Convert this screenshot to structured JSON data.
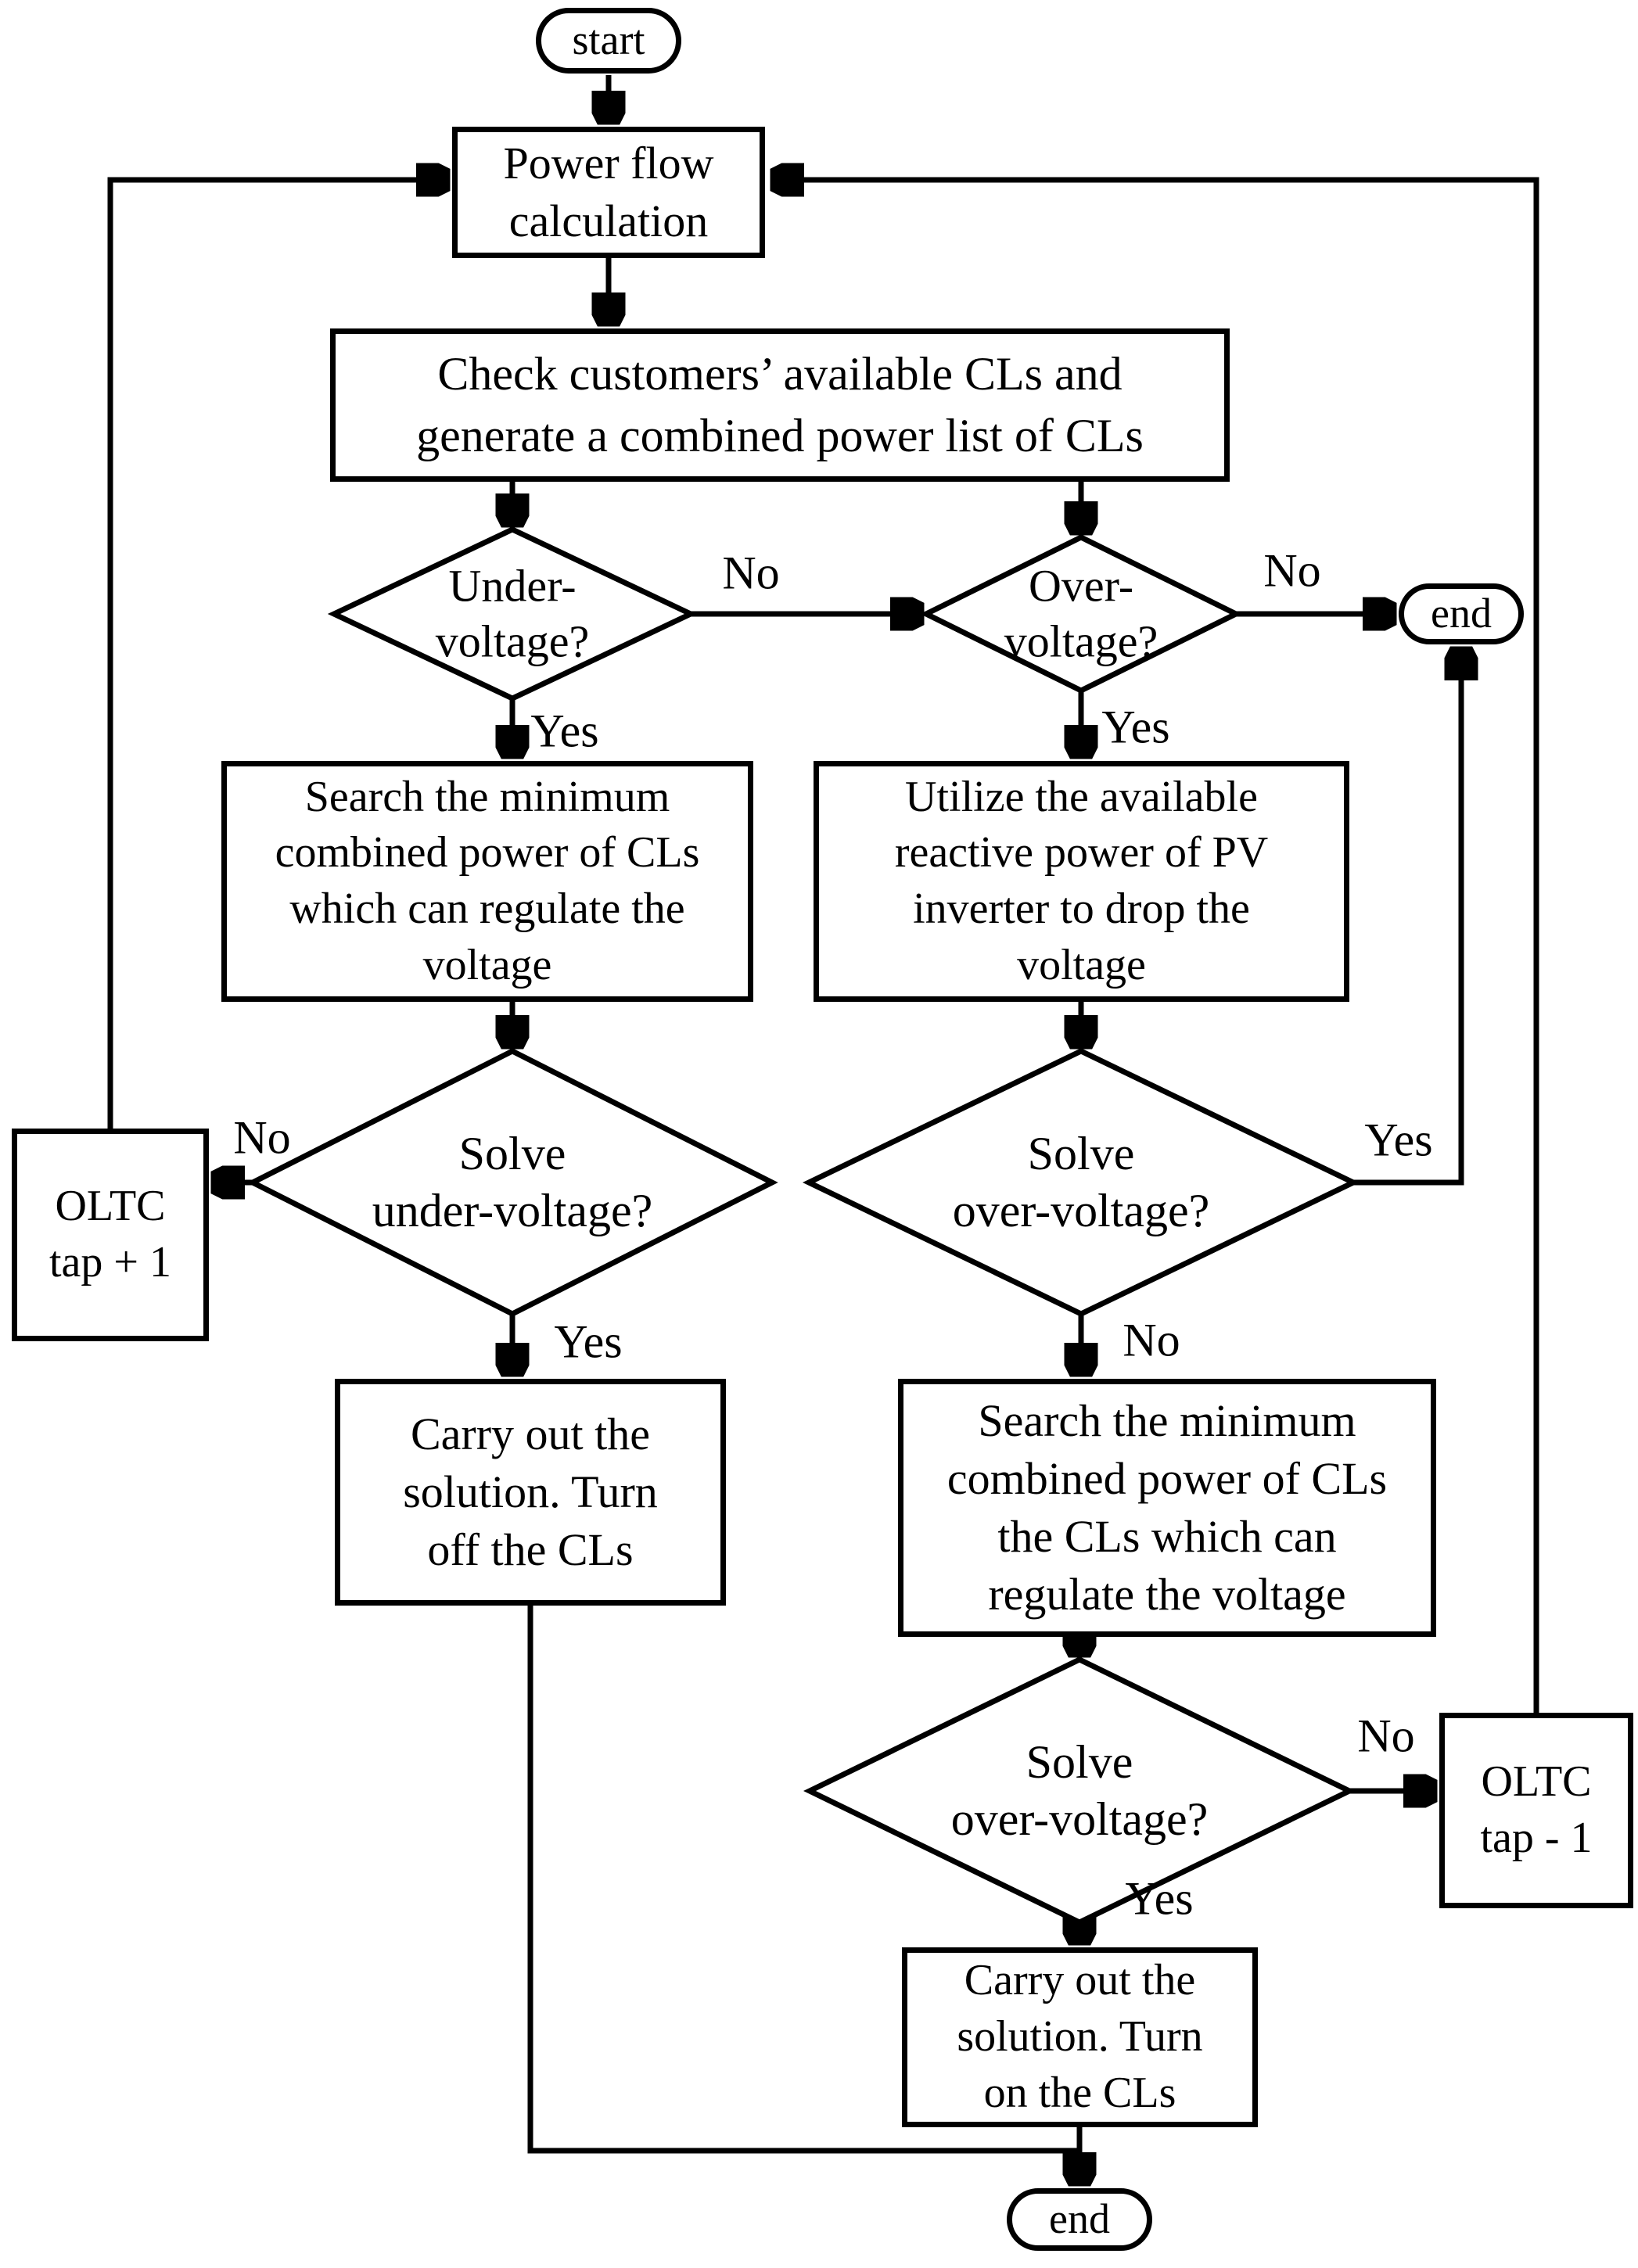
{
  "figure": {
    "type": "flowchart",
    "colors": {
      "stroke": "#000000",
      "background": "#ffffff"
    },
    "nodes": {
      "start": {
        "shape": "terminal",
        "label": "start"
      },
      "power_flow": {
        "shape": "process",
        "label": "Power flow\ncalculation"
      },
      "check_cls": {
        "shape": "process",
        "label": "Check customers’ available CLs and\ngenerate a combined power list of CLs"
      },
      "under_voltage": {
        "shape": "decision",
        "label": "Under-\nvoltage?"
      },
      "over_voltage": {
        "shape": "decision",
        "label": "Over-\nvoltage?"
      },
      "end_top": {
        "shape": "terminal",
        "label": "end"
      },
      "search_min_left": {
        "shape": "process",
        "label": "Search the minimum\ncombined power of CLs\nwhich can regulate the\nvoltage"
      },
      "utilize_pv": {
        "shape": "process",
        "label": "Utilize the available\nreactive power of PV\ninverter to drop the\nvoltage"
      },
      "solve_under": {
        "shape": "decision",
        "label": "Solve\nunder-voltage?"
      },
      "oltc_tap_plus": {
        "shape": "process",
        "label": "OLTC\ntap + 1"
      },
      "solve_over_1": {
        "shape": "decision",
        "label": "Solve\nover-voltage?"
      },
      "carry_out_off": {
        "shape": "process",
        "label": "Carry out the\nsolution. Turn\noff the CLs"
      },
      "search_min_right": {
        "shape": "process",
        "label": "Search the minimum\ncombined power of CLs\nthe CLs which can\nregulate the voltage"
      },
      "solve_over_2": {
        "shape": "decision",
        "label": "Solve\nover-voltage?"
      },
      "oltc_tap_minus": {
        "shape": "process",
        "label": "OLTC\ntap - 1"
      },
      "carry_out_on": {
        "shape": "process",
        "label": "Carry out the\nsolution. Turn\non the CLs"
      },
      "end_bottom": {
        "shape": "terminal",
        "label": "end"
      }
    },
    "edge_labels": {
      "under_no": "No",
      "under_yes": "Yes",
      "over_no": "No",
      "over_yes": "Yes",
      "solve_under_no": "No",
      "solve_under_yes": "Yes",
      "solve_over1_yes": "Yes",
      "solve_over1_no": "No",
      "solve_over2_no": "No",
      "solve_over2_yes": "Yes"
    }
  }
}
